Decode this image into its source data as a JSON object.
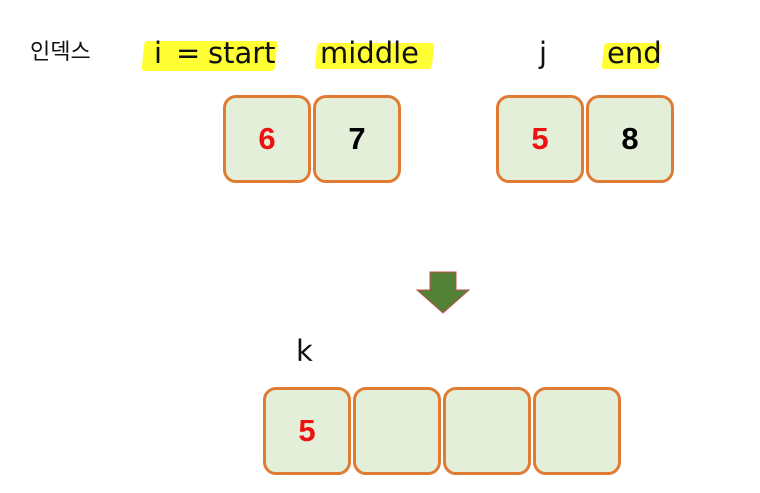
{
  "top": {
    "index_label": "인덱스",
    "i_label": "i",
    "equals": "=",
    "start_label": "start",
    "middle_label": "middle",
    "j_label": "j",
    "end_label": "end"
  },
  "left_array": {
    "cells": [
      {
        "value": "6",
        "color": "#ee1111"
      },
      {
        "value": "7",
        "color": "#000000"
      }
    ]
  },
  "right_array": {
    "cells": [
      {
        "value": "5",
        "color": "#ee1111"
      },
      {
        "value": "8",
        "color": "#000000"
      }
    ]
  },
  "result": {
    "k_label": "k",
    "cells": [
      {
        "value": "5",
        "color": "#ee1111"
      },
      {
        "value": "",
        "color": "#000000"
      },
      {
        "value": "",
        "color": "#000000"
      },
      {
        "value": "",
        "color": "#000000"
      }
    ]
  },
  "colors": {
    "cell_fill": "#e4efd9",
    "cell_border": "#e07b34",
    "highlight": "#ffff33",
    "arrow_fill": "#538135",
    "arrow_stroke": "#c0504d"
  },
  "icons": {
    "merge_arrow": "arrow-down-icon"
  }
}
